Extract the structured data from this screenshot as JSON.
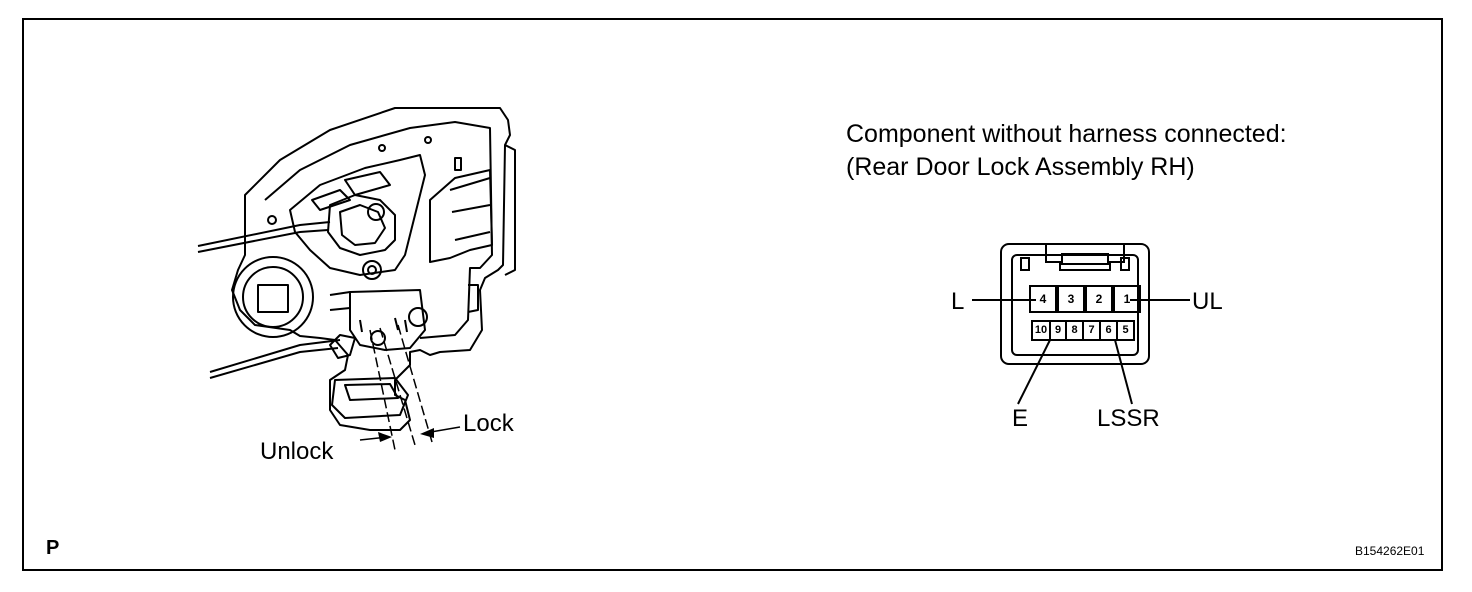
{
  "header": {
    "line1": "Component without harness connected:",
    "line2": "(Rear Door  Lock Assembly RH)"
  },
  "mechanism": {
    "unlock_label": "Unlock",
    "lock_label": "Lock"
  },
  "connector": {
    "top_pins": [
      "4",
      "3",
      "2",
      "1"
    ],
    "bottom_pins": [
      "10",
      "9",
      "8",
      "7",
      "6",
      "5"
    ],
    "labels": {
      "L": "L",
      "UL": "UL",
      "E": "E",
      "LSSR": "LSSR"
    }
  },
  "footer": {
    "view_code": "P",
    "figure_id": "B154262E01"
  }
}
